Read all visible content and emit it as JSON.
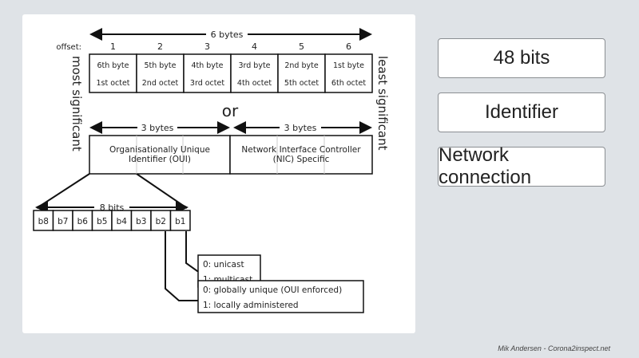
{
  "diagram": {
    "total_label": "6 bytes",
    "offset_label": "offset:",
    "offsets": [
      "1",
      "2",
      "3",
      "4",
      "5",
      "6"
    ],
    "bytes": [
      {
        "byte": "6th byte",
        "octet": "1st octet"
      },
      {
        "byte": "5th byte",
        "octet": "2nd octet"
      },
      {
        "byte": "4th byte",
        "octet": "3rd octet"
      },
      {
        "byte": "3rd byte",
        "octet": "4th octet"
      },
      {
        "byte": "2nd byte",
        "octet": "5th octet"
      },
      {
        "byte": "1st byte",
        "octet": "6th octet"
      }
    ],
    "or_label": "or",
    "left_side_label": "most significant",
    "right_side_label": "least significant",
    "oui": {
      "span_label": "3 bytes",
      "line1": "Organisationally Unique",
      "line2": "Identifier (OUI)"
    },
    "nic": {
      "span_label": "3 bytes",
      "line1": "Network Interface Controller",
      "line2": "(NIC) Specific"
    },
    "bits_label": "8 bits",
    "bits": [
      "b8",
      "b7",
      "b6",
      "b5",
      "b4",
      "b3",
      "b2",
      "b1"
    ],
    "b1_box": {
      "line1": "0: unicast",
      "line2": "1: multicast"
    },
    "b2_box": {
      "line1": "0: globally unique (OUI enforced)",
      "line2": "1: locally administered"
    }
  },
  "keywords": [
    "48 bits",
    "Identifier",
    "Network connection"
  ],
  "credit": "Mik Andersen - Corona2inspect.net"
}
